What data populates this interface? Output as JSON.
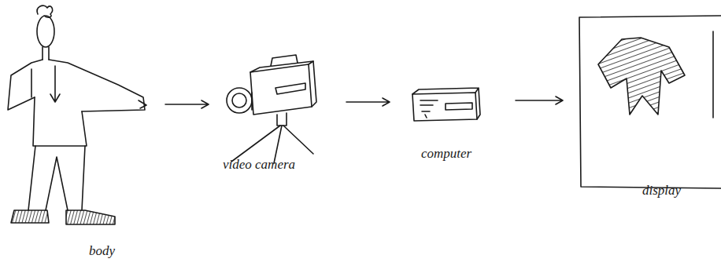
{
  "diagram": {
    "nodes": [
      {
        "text": [
          "body"
        ]
      },
      {
        "text": [
          "video camera"
        ]
      },
      {
        "text": [
          "computer"
        ]
      },
      {
        "text": [
          "display"
        ]
      }
    ],
    "edges": [
      {
        "from": 0,
        "to": 1,
        "arrow": "to"
      },
      {
        "from": 1,
        "to": 2,
        "arrow": "to"
      },
      {
        "from": 2,
        "to": 3,
        "arrow": "to"
      }
    ]
  }
}
